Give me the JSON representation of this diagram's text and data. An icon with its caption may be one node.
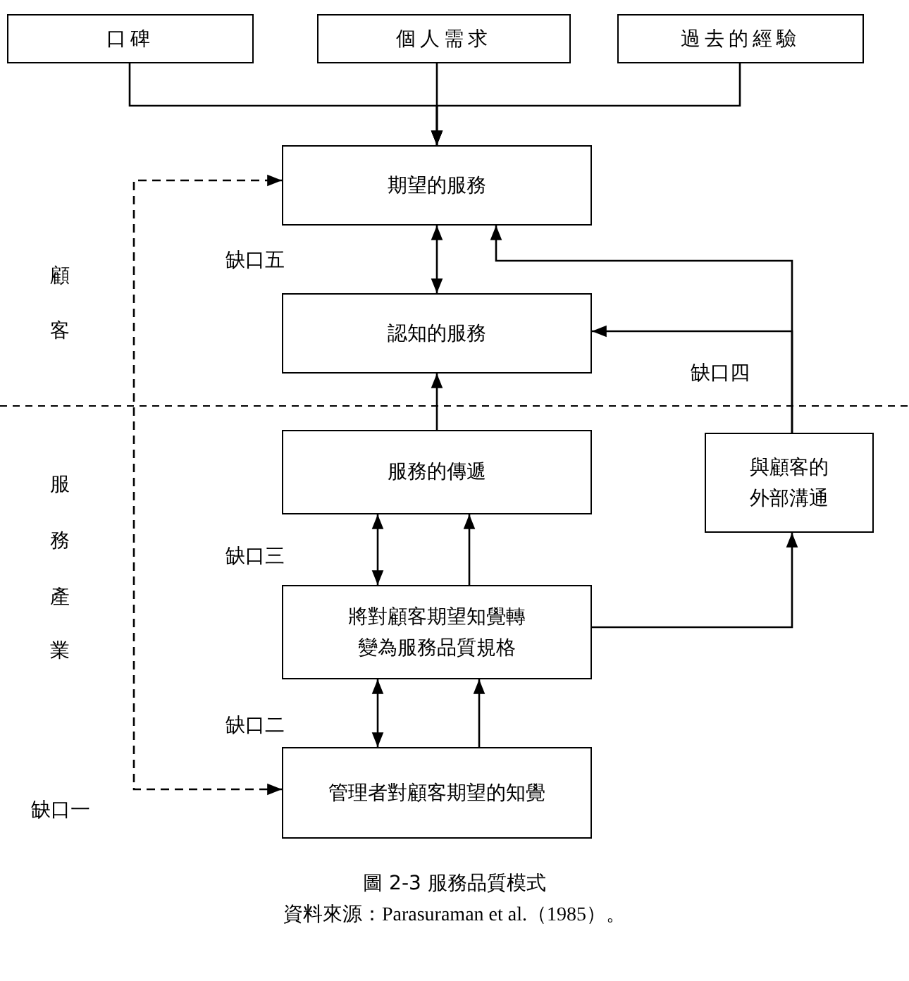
{
  "diagram": {
    "caption": "圖 2-3 服務品質模式",
    "nodes": [
      {
        "text": [
          "口碑"
        ]
      },
      {
        "text": [
          "個人需求"
        ]
      },
      {
        "text": [
          "過去的經驗"
        ]
      },
      {
        "text": [
          "期望的服務"
        ]
      },
      {
        "text": [
          "認知的服務"
        ]
      },
      {
        "text": [
          "服務的傳遞"
        ]
      },
      {
        "text": [
          "將對顧客期望知覺轉變為服務品質規格"
        ]
      },
      {
        "text": [
          "管理者對顧客期望的知覺"
        ]
      },
      {
        "text": [
          "與顧客的外部溝通"
        ]
      }
    ],
    "edges": [
      {
        "from": 0,
        "to": 3,
        "arrow": "to"
      },
      {
        "from": 1,
        "to": 3,
        "arrow": "to"
      },
      {
        "from": 2,
        "to": 3,
        "arrow": "to"
      },
      {
        "from": 3,
        "to": 4,
        "arrow": "both"
      },
      {
        "from": 5,
        "to": 4,
        "arrow": "to"
      },
      {
        "from": 5,
        "to": 6,
        "arrow": "both"
      },
      {
        "from": 6,
        "to": 5,
        "arrow": "to"
      },
      {
        "from": 6,
        "to": 7,
        "arrow": "both"
      },
      {
        "from": 7,
        "to": 6,
        "arrow": "to"
      },
      {
        "from": 6,
        "to": 8,
        "arrow": "to"
      },
      {
        "from": 8,
        "to": 4,
        "arrow": "to"
      },
      {
        "from": 8,
        "to": 3,
        "arrow": "to"
      },
      {
        "from": 7,
        "to": 3,
        "arrow": "both",
        "style": "dashed"
      }
    ],
    "labels": [
      "顧客",
      "缺口五",
      "缺口四",
      "服務產業",
      "缺口三",
      "缺口二",
      "缺口一",
      "資料來源：Parasuraman et al.（1985）。"
    ]
  }
}
